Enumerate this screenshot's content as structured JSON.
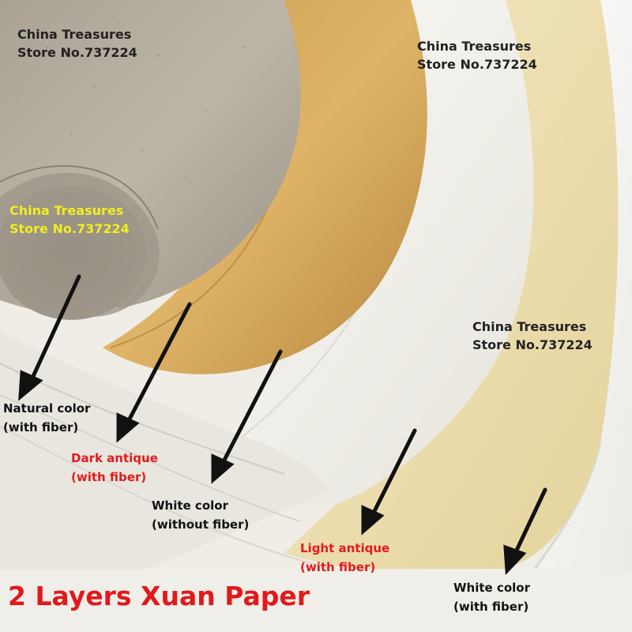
{
  "watermarks": [
    {
      "line1": "China Treasures",
      "line2": "Store No.737224",
      "color": "#222222"
    },
    {
      "line1": "China Treasures",
      "line2": "Store No.737224",
      "color": "#222222"
    },
    {
      "line1": "China Treasures",
      "line2": "Store No.737224",
      "color": "#f2ee22"
    },
    {
      "line1": "China Treasures",
      "line2": "Store No.737224",
      "color": "#222222"
    }
  ],
  "labels": [
    {
      "line1": "Natural color",
      "line2": "(with fiber)",
      "color": "#111111"
    },
    {
      "line1": "Dark antique",
      "line2": "(with fiber)",
      "color": "#e01b1b"
    },
    {
      "line1": "White color",
      "line2": "(without fiber)",
      "color": "#111111"
    },
    {
      "line1": "Light antique",
      "line2": "(with fiber)",
      "color": "#e01b1b"
    },
    {
      "line1": "White color",
      "line2": "(with fiber)",
      "color": "#111111"
    }
  ],
  "title": {
    "text": "2 Layers Xuan Paper",
    "color": "#e0191b"
  },
  "paper_colors": {
    "natural": "#b3aa9c",
    "dark_antique": "#d8ab5e",
    "white": "#f3f1ea",
    "light_antique": "#efe3b8",
    "white_fiber": "#f5f5f2"
  }
}
